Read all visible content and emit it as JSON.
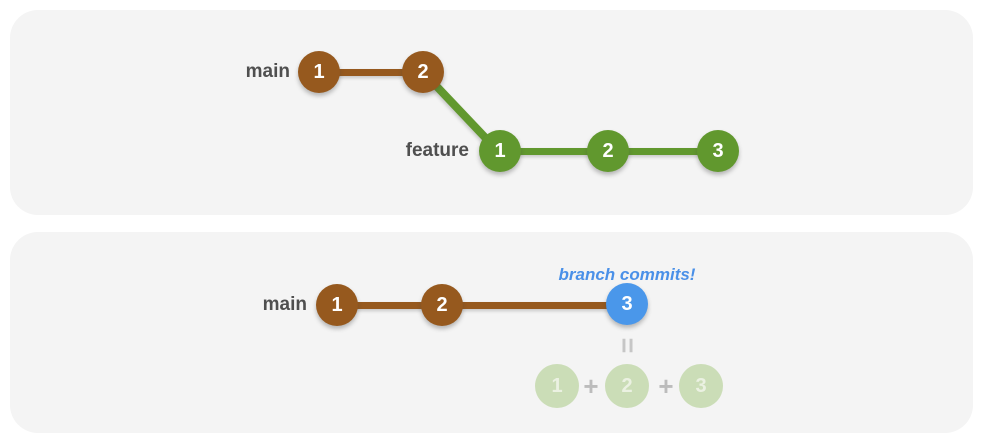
{
  "colors": {
    "page_bg": "#ffffff",
    "panel_bg": "#f4f4f4",
    "main_branch_brown": "#96591e",
    "feature_branch_green": "#61982e",
    "squashed_commit_blue": "#4a97ea",
    "annotation_blue": "#4a90e8",
    "faded_commit_green": "#cbddb7",
    "faded_commit_number": "#ebf1e2",
    "operator_gray": "#c6c6c6",
    "branch_label_gray": "#4f4f4f"
  },
  "top_panel": {
    "main_label": "main",
    "feature_label": "feature",
    "main_commits": [
      "1",
      "2"
    ],
    "feature_commits": [
      "1",
      "2",
      "3"
    ]
  },
  "bottom_panel": {
    "main_label": "main",
    "annotation": "branch commits!",
    "main_commits": [
      "1",
      "2"
    ],
    "squashed_commit": "3",
    "equals_symbol": "=",
    "plus_symbol": "+",
    "sum_commits": [
      "1",
      "2",
      "3"
    ]
  }
}
